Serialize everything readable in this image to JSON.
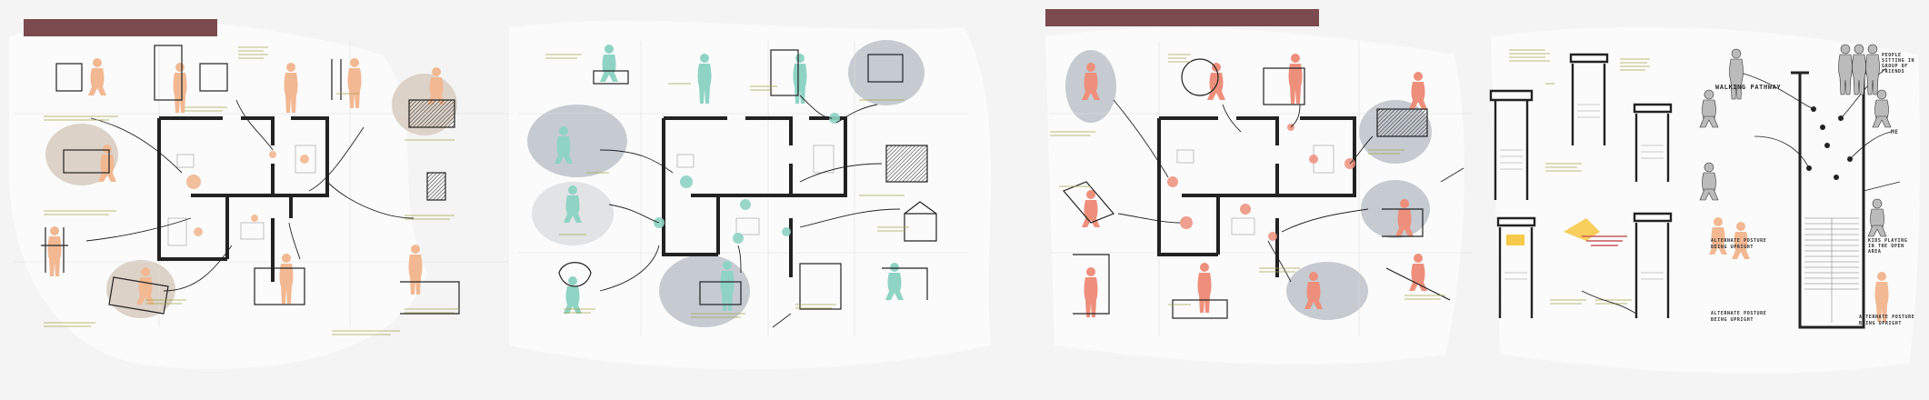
{
  "colors": {
    "background": "#f4f4f4",
    "title_bar": "#7a4a4e",
    "teal_figure": "#8fd3c5",
    "salmon_figure": "#ee8f7c",
    "peach_figure": "#f2b892",
    "blob_gray": "#c5cbd1",
    "blob_beige": "#ddd2c8",
    "ink": "#222222",
    "annotation_olive": "#8a8a4a"
  },
  "title_bars": [
    {
      "label": ""
    },
    {
      "label": ""
    }
  ],
  "hand_labels": {
    "standing_accessway": "WALKING PATHWAY",
    "alternative_posture_1": "ALTERNATE POSTURE",
    "alternative_posture_1b": "BEING UPRIGHT",
    "alternative_posture_2": "ALTERNATE POSTURE",
    "alternative_posture_2b": "BEING UPRIGHT",
    "alternative_posture_3": "ALTERNATE POSTURE",
    "alternative_posture_3b": "BEING UPRIGHT",
    "kids_playing": "KIDS PLAYING IN THE OPEN AREA",
    "people_in_group": "PEOPLE SITTING IN GROUP OF FRIENDS",
    "me": "ME"
  },
  "diagrams": [
    {
      "name": "plan-1-peach"
    },
    {
      "name": "plan-2-teal"
    },
    {
      "name": "plan-3-salmon"
    },
    {
      "name": "circulation-sections"
    },
    {
      "name": "stair-study"
    }
  ]
}
